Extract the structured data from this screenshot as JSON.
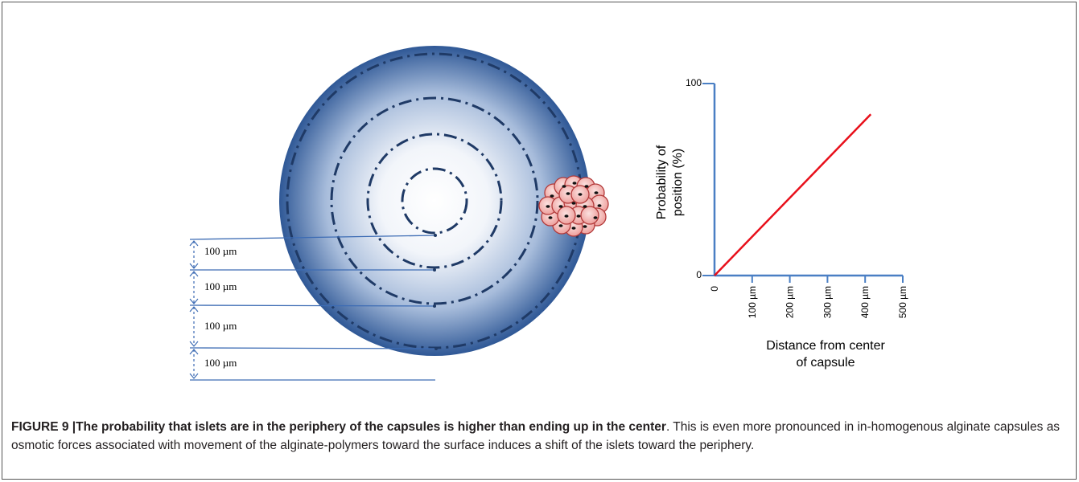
{
  "figure": {
    "capsule": {
      "measure_labels": [
        "100 µm",
        "100 µm",
        "100 µm",
        "100 µm"
      ],
      "colors": {
        "rim": "#305a97",
        "center": "#ffffff",
        "rings": "#1f3a66",
        "measure": "#3d6cb4",
        "cell_fill": "#f2aaa8",
        "cell_edge": "#b23a3a"
      }
    },
    "chart_data": {
      "type": "line",
      "ylabel": "Probability of position (%)",
      "xlabel": "Distance from center of capsule",
      "x_ticks": [
        0,
        100,
        200,
        300,
        400,
        500
      ],
      "x_tick_labels": [
        "0",
        "100 µm",
        "200 µm",
        "300 µm",
        "400 µm",
        "500 µm"
      ],
      "y_ticks": [
        0,
        100
      ],
      "y_tick_labels": [
        "0",
        "100"
      ],
      "xlim": [
        0,
        500
      ],
      "ylim": [
        0,
        100
      ],
      "series": [
        {
          "x": [
            0,
            415
          ],
          "y": [
            0,
            84
          ],
          "color": "#e8101b"
        }
      ],
      "axis_color": "#4a7fc4"
    },
    "caption": {
      "label": "FIGURE 9 |",
      "title": "The probability that islets are in the periphery of the capsules is higher than ending up in the center",
      "body": ". This is even more pronounced in in-homogenous alginate capsules as osmotic forces associated with movement of the alginate-polymers toward the surface induces a shift of the islets toward the periphery."
    }
  }
}
